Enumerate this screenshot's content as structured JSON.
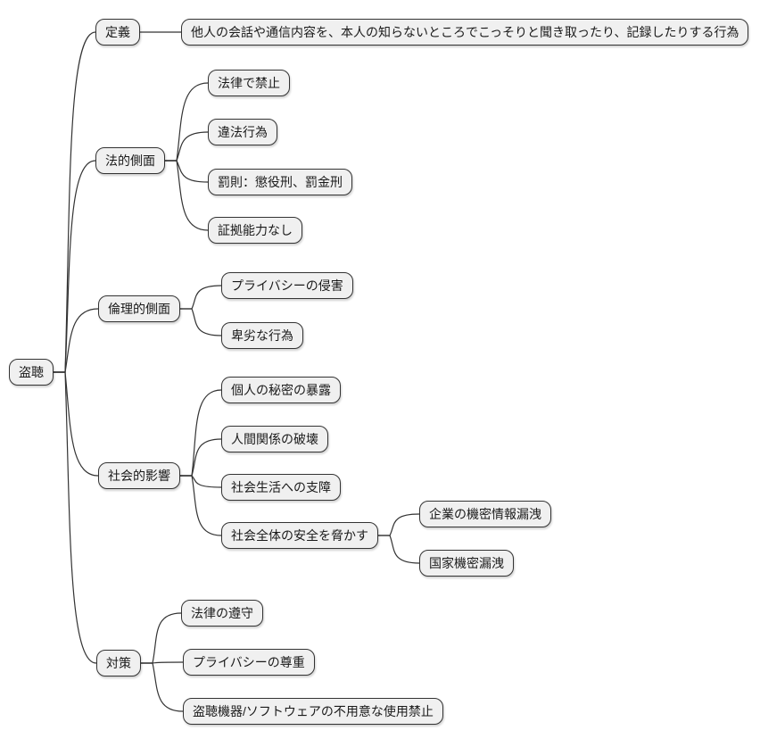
{
  "diagram": {
    "type": "mindmap",
    "colors": {
      "node_fill": "#f0f0f0",
      "node_border": "#333333",
      "edge": "#333333",
      "text": "#1a1a1a",
      "background": "#ffffff"
    },
    "root": {
      "label": "盗聴",
      "children": [
        {
          "label": "定義",
          "children": [
            {
              "label": "他人の会話や通信内容を、本人の知らないところでこっそりと聞き取ったり、記録したりする行為"
            }
          ]
        },
        {
          "label": "法的側面",
          "children": [
            {
              "label": "法律で禁止"
            },
            {
              "label": "違法行為"
            },
            {
              "label": "罰則：懲役刑、罰金刑"
            },
            {
              "label": "証拠能力なし"
            }
          ]
        },
        {
          "label": "倫理的側面",
          "children": [
            {
              "label": "プライバシーの侵害"
            },
            {
              "label": "卑劣な行為"
            }
          ]
        },
        {
          "label": "社会的影響",
          "children": [
            {
              "label": "個人の秘密の暴露"
            },
            {
              "label": "人間関係の破壊"
            },
            {
              "label": "社会生活への支障"
            },
            {
              "label": "社会全体の安全を脅かす",
              "children": [
                {
                  "label": "企業の機密情報漏洩"
                },
                {
                  "label": "国家機密漏洩"
                }
              ]
            }
          ]
        },
        {
          "label": "対策",
          "children": [
            {
              "label": "法律の遵守"
            },
            {
              "label": "プライバシーの尊重"
            },
            {
              "label": "盗聴機器/ソフトウェアの不用意な使用禁止"
            }
          ]
        }
      ]
    }
  }
}
